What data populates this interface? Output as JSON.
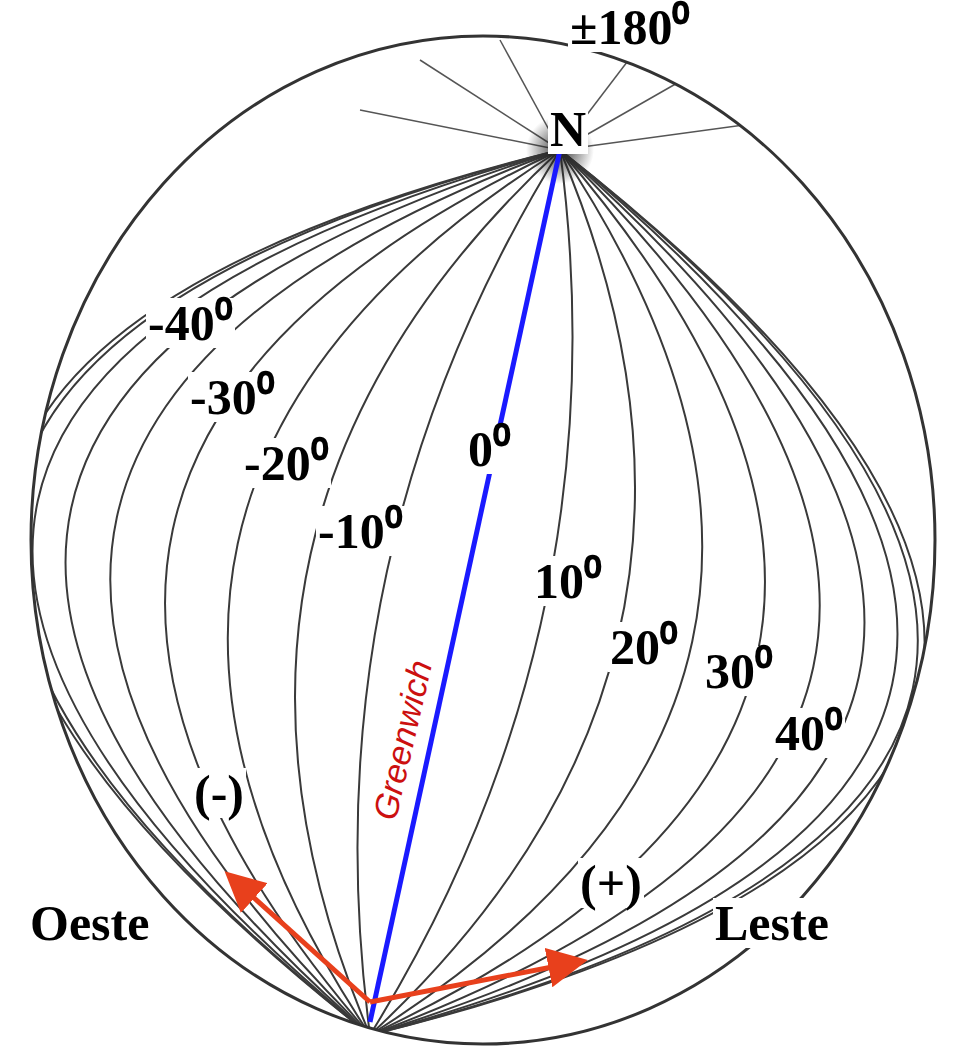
{
  "diagram": {
    "labels": [
      "±180⁰",
      "N",
      "-40⁰",
      "-30⁰",
      "-20⁰",
      "-10⁰",
      "0⁰",
      "10⁰",
      "20⁰",
      "30⁰",
      "40⁰",
      "Greenwich",
      "(-)",
      "(+)",
      "Oeste",
      "Leste"
    ]
  }
}
